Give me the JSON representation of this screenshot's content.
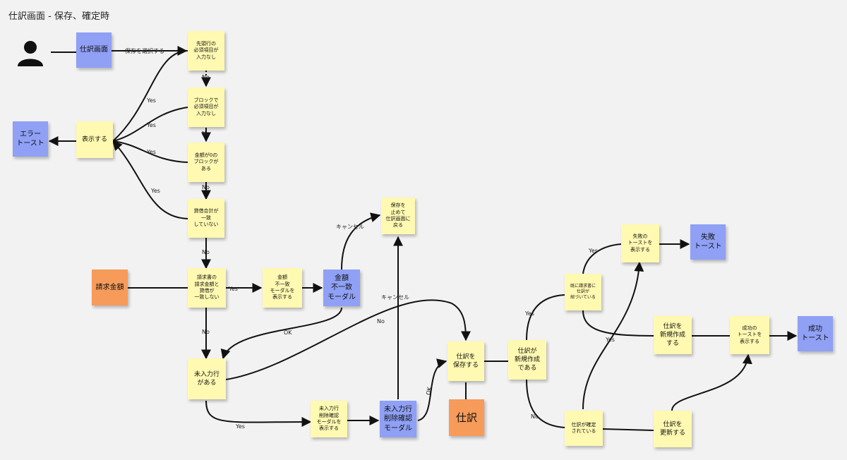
{
  "title": "仕訳画面 - 保存、確定時",
  "nodes": {
    "shiwake_gamen": "仕訳画面",
    "sengyo": "先頭行の\n必須項目が\n入力なし",
    "block": "ブロックで\n必須項目が\n入力なし",
    "kingaku0": "金額が0の\nブロックが\nある",
    "taishaku": "貸借合計が\n一致\nしていない",
    "hyoji": "表示する",
    "error_toast": "エラー\nトースト",
    "seikyu_kingaku": "請求金額",
    "seikyusho": "請求書の\n請求金額と\n貸借が\n一致しない",
    "kingaku_modal_show": "金額\n不一致\nモーダルを\n表示する",
    "kingaku_modal": "金額\n不一致\nモーダル",
    "hozon_stop": "保存を\n止めて\n仕訳画面に\n戻る",
    "minyuryoku": "未入力行\nがある",
    "minyuryoku_show": "未入力行\n削除確認\nモーダルを\n表示する",
    "minyuryoku_modal": "未入力行\n削除確認\nモーダル",
    "shiwake_hozon": "仕訳を\n保存する",
    "shiwake_entity": "仕訳",
    "shinki_sakusei": "仕訳が\n新規作成\nである",
    "sudeni": "既に請求書に\n仕訳が\n紐づいている",
    "shippai_show": "失敗の\nトーストを\n表示する",
    "shippai_toast": "失敗\nトースト",
    "shinki_create": "仕訳を\n新規作成\nする",
    "seiko_show": "成功の\nトーストを\n表示する",
    "seiko_toast": "成功\nトースト",
    "kakutei": "仕訳が確定\nされている",
    "koshin": "仕訳を\n更新する"
  },
  "labels": {
    "select_save": "保存を選択する",
    "no": "No",
    "yes": "Yes",
    "ok": "OK",
    "cancel": "キャンセル"
  },
  "colors": {
    "yellow": "#fff9b1",
    "blue": "#8fa0f5",
    "orange": "#f79b5a"
  }
}
